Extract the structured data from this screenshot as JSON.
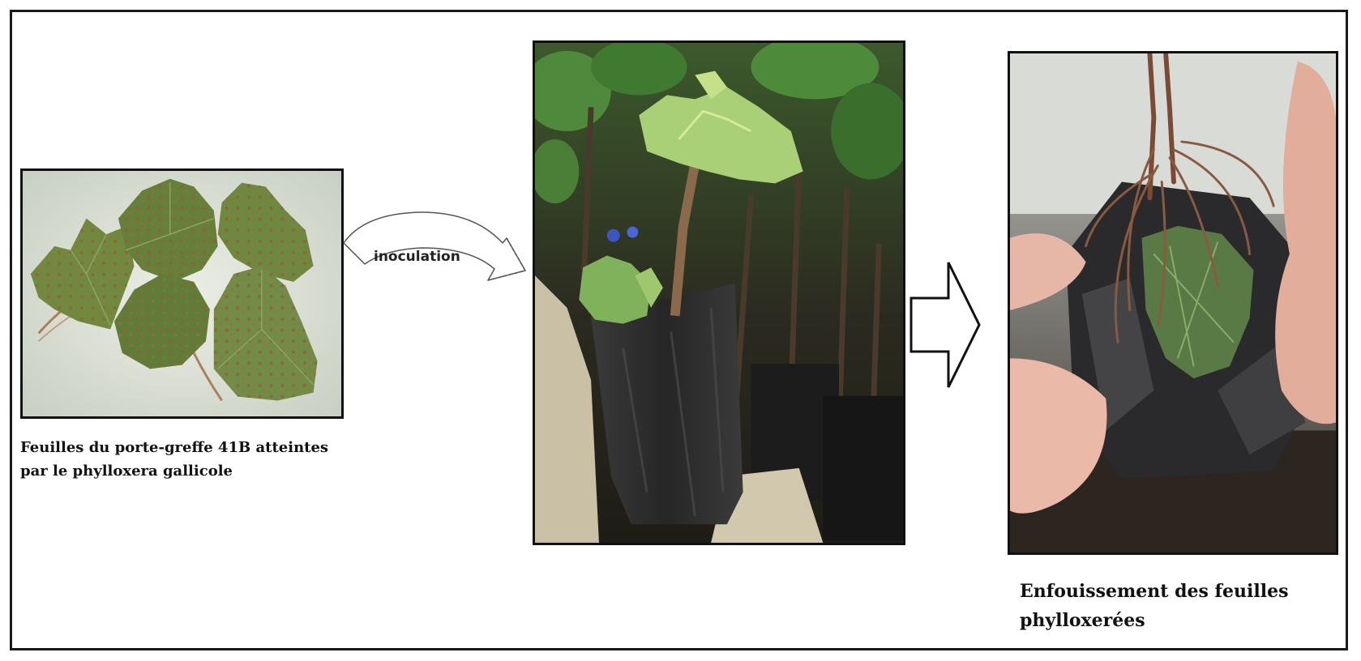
{
  "arrow_label": "inoculation",
  "captions": {
    "leaves": [
      "Feuilles du porte-greffe 41B atteintes",
      "par le phylloxera gallicole"
    ],
    "burial": [
      "Enfouissement des feuilles",
      "phylloxerées"
    ]
  },
  "photos": {
    "leaves": "Feuilles du porte-greffe 41B atteintes par le phylloxera gallicole",
    "plant": "inoculation",
    "roots": "Enfouissement des feuilles phylloxerées"
  },
  "colors": {
    "border": "#1a1a1a",
    "leaf_green": "#6f8a3f",
    "gall_brown": "#9a5a32",
    "pot_black": "#2c2c2c"
  }
}
